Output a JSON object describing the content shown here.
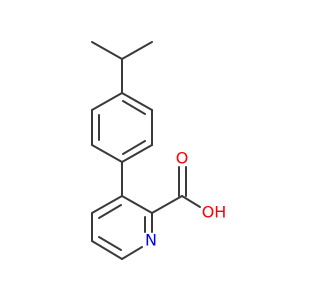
{
  "molecule": {
    "atoms": {
      "oxygen_carbonyl": {
        "symbol": "O",
        "color": "#ff0000"
      },
      "oxygen_hydroxyl": {
        "symbol": "OH",
        "color": "#ff0000"
      },
      "nitrogen": {
        "symbol": "N",
        "color": "#0000ff"
      }
    },
    "bond_color": "#3a3a3a"
  }
}
